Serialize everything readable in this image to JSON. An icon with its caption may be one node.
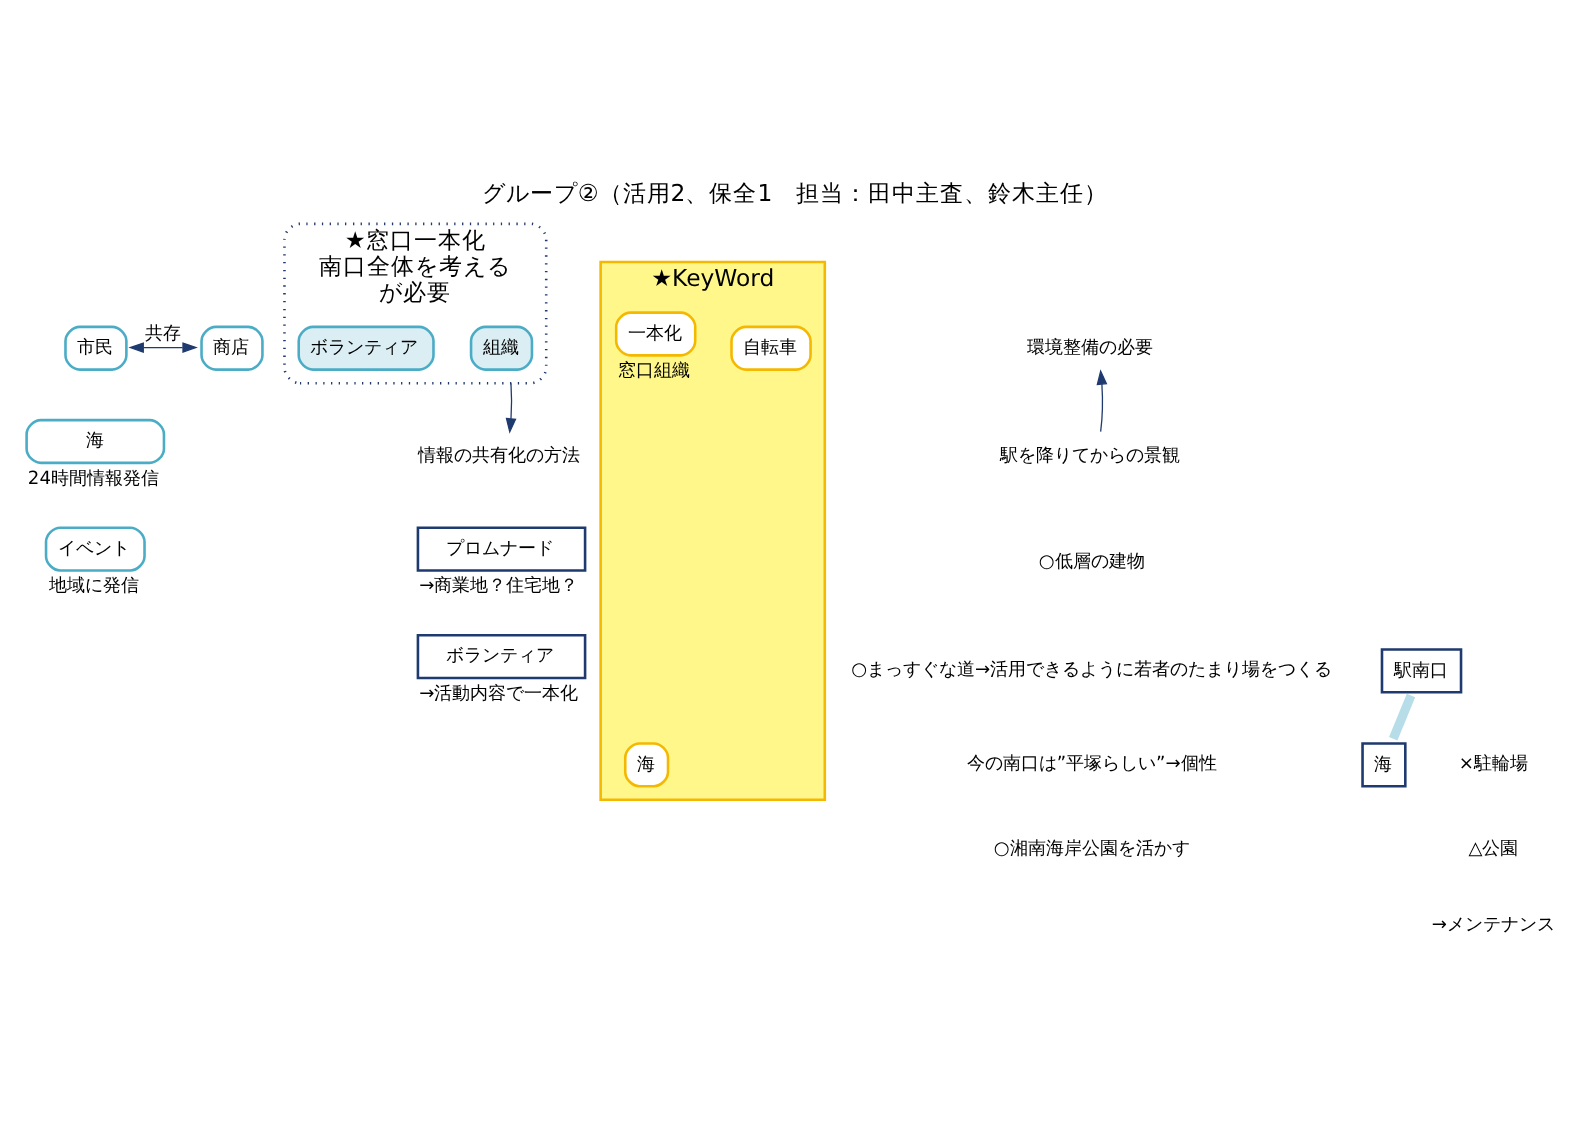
{
  "diagram": {
    "title": "グループ②（活用2、保全1　担当：田中主査、鈴木主任）",
    "nodes": [
      {
        "text": [
          "市民"
        ]
      },
      {
        "text": [
          "商店"
        ]
      },
      {
        "text": [
          "海"
        ],
        "beside": [
          "24時間情報発信"
        ]
      },
      {
        "text": [
          "イベント"
        ],
        "beside": [
          "地域に発信"
        ]
      },
      {
        "text": [
          "★窓口一本化",
          "南口全体を考える",
          "が必要"
        ]
      },
      {
        "text": [
          "組織"
        ],
        "in": 4
      },
      {
        "text": [
          "ボランティア"
        ],
        "in": 4
      },
      {
        "text": [
          "情報の共有化の方法"
        ]
      },
      {
        "text": [
          "プロムナード"
        ],
        "beside": [
          "→商業地？住宅地？"
        ]
      },
      {
        "text": [
          "ボランティア"
        ],
        "beside": [
          "→活動内容で一本化"
        ]
      },
      {
        "text": [
          "環境整備の必要"
        ]
      },
      {
        "text": [
          "駅を降りてからの景観"
        ]
      },
      {
        "text": [
          "駅南口"
        ]
      },
      {
        "text": [
          "海"
        ]
      },
      {
        "text": [
          "★KeyWord"
        ]
      },
      {
        "text": [
          "海"
        ],
        "in": 14
      },
      {
        "text": [
          "自転車"
        ],
        "in": 14
      },
      {
        "text": [
          "一本化"
        ],
        "in": 14,
        "beside": [
          "窓口組織"
        ]
      }
    ],
    "edges": [
      {
        "from": 0,
        "to": 1,
        "arrow": "both",
        "label": "共存"
      },
      {
        "from": 4,
        "to": 7,
        "arrow": "to"
      },
      {
        "from": 11,
        "to": 10,
        "arrow": "to"
      },
      {
        "from": 12,
        "to": 13,
        "arrow": "none",
        "style": "thick",
        "color": "#b7dde8"
      }
    ],
    "labels": [
      "×駐輪場",
      "△公園",
      "→メンテナンス",
      "○低層の建物",
      "○まっすぐな道→活用できるように若者のたまり場をつくる",
      "今の南口は”平塚らしい”→個性",
      "○湘南海岸公園を活かす"
    ]
  }
}
